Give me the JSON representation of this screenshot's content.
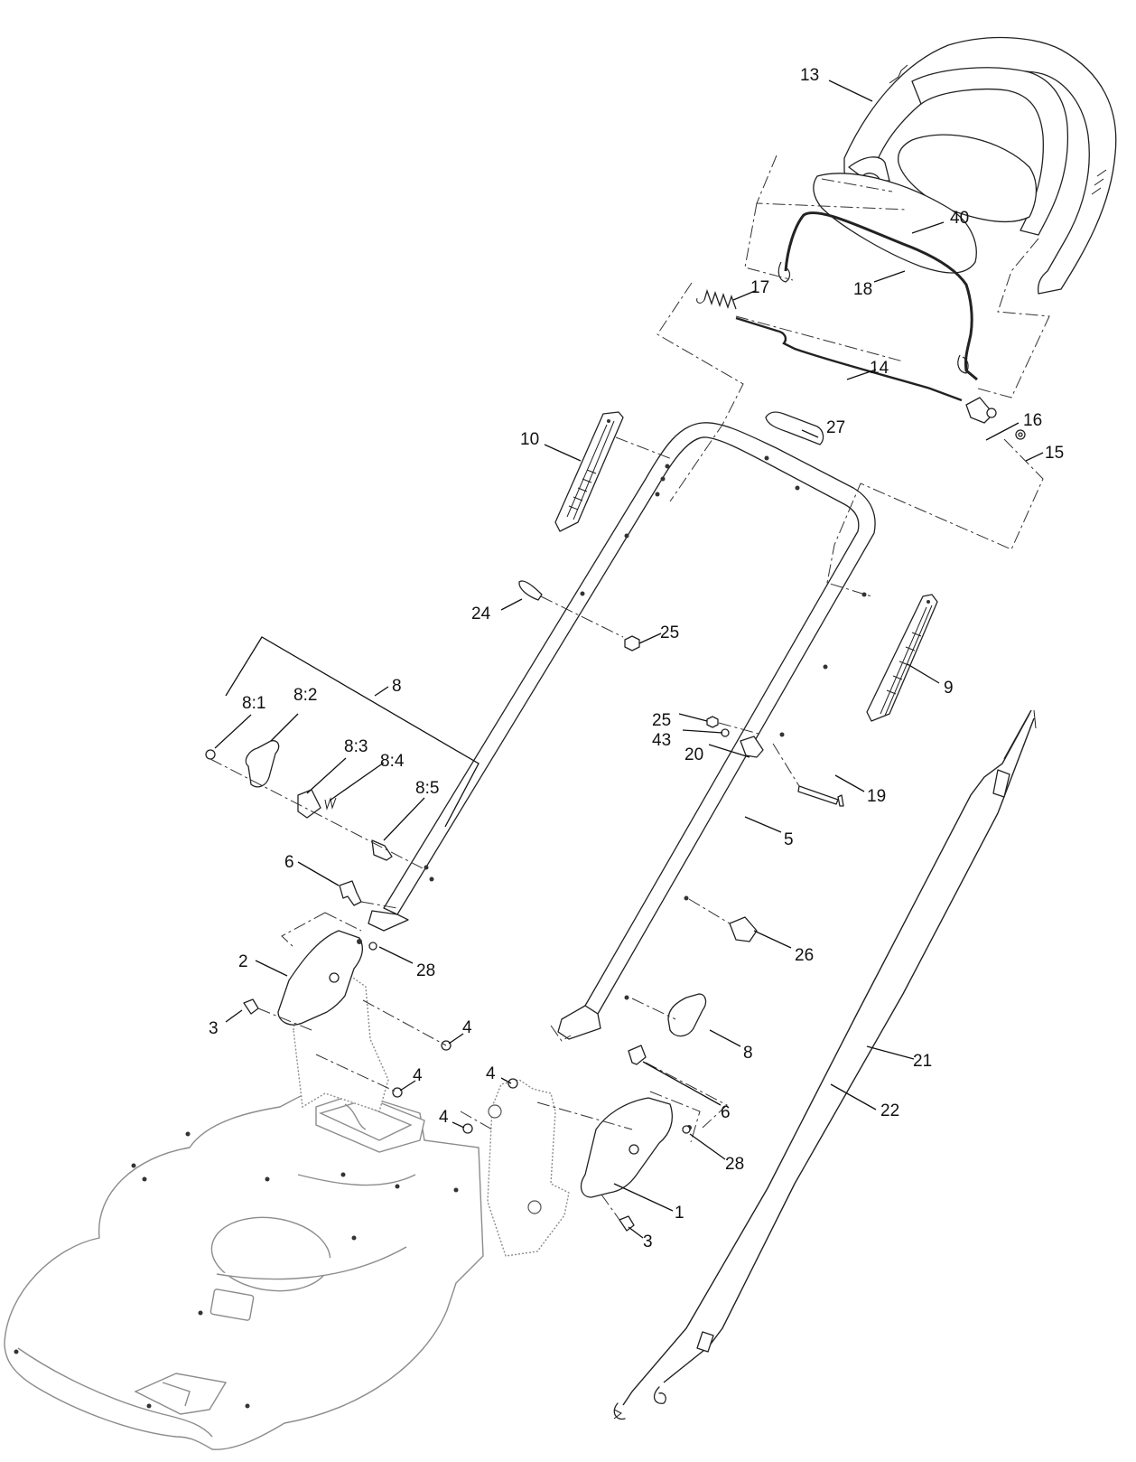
{
  "callouts": {
    "c13": "13",
    "c40": "40",
    "c18": "18",
    "c17": "17",
    "c14": "14",
    "c16": "16",
    "c15": "15",
    "c27": "27",
    "c10": "10",
    "c24": "24",
    "c25a": "25",
    "c9": "9",
    "c8a": "8",
    "c8_1": "8:1",
    "c8_2": "8:2",
    "c8_3": "8:3",
    "c8_4": "8:4",
    "c8_5": "8:5",
    "c25b": "25",
    "c43": "43",
    "c20": "20",
    "c19": "19",
    "c5": "5",
    "c6a": "6",
    "c28a": "28",
    "c2": "2",
    "c3a": "3",
    "c4a": "4",
    "c4b": "4",
    "c4c": "4",
    "c4d": "4",
    "c26": "26",
    "c8b": "8",
    "c6b": "6",
    "c21": "21",
    "c22": "22",
    "c28b": "28",
    "c1": "1",
    "c3b": "3"
  }
}
